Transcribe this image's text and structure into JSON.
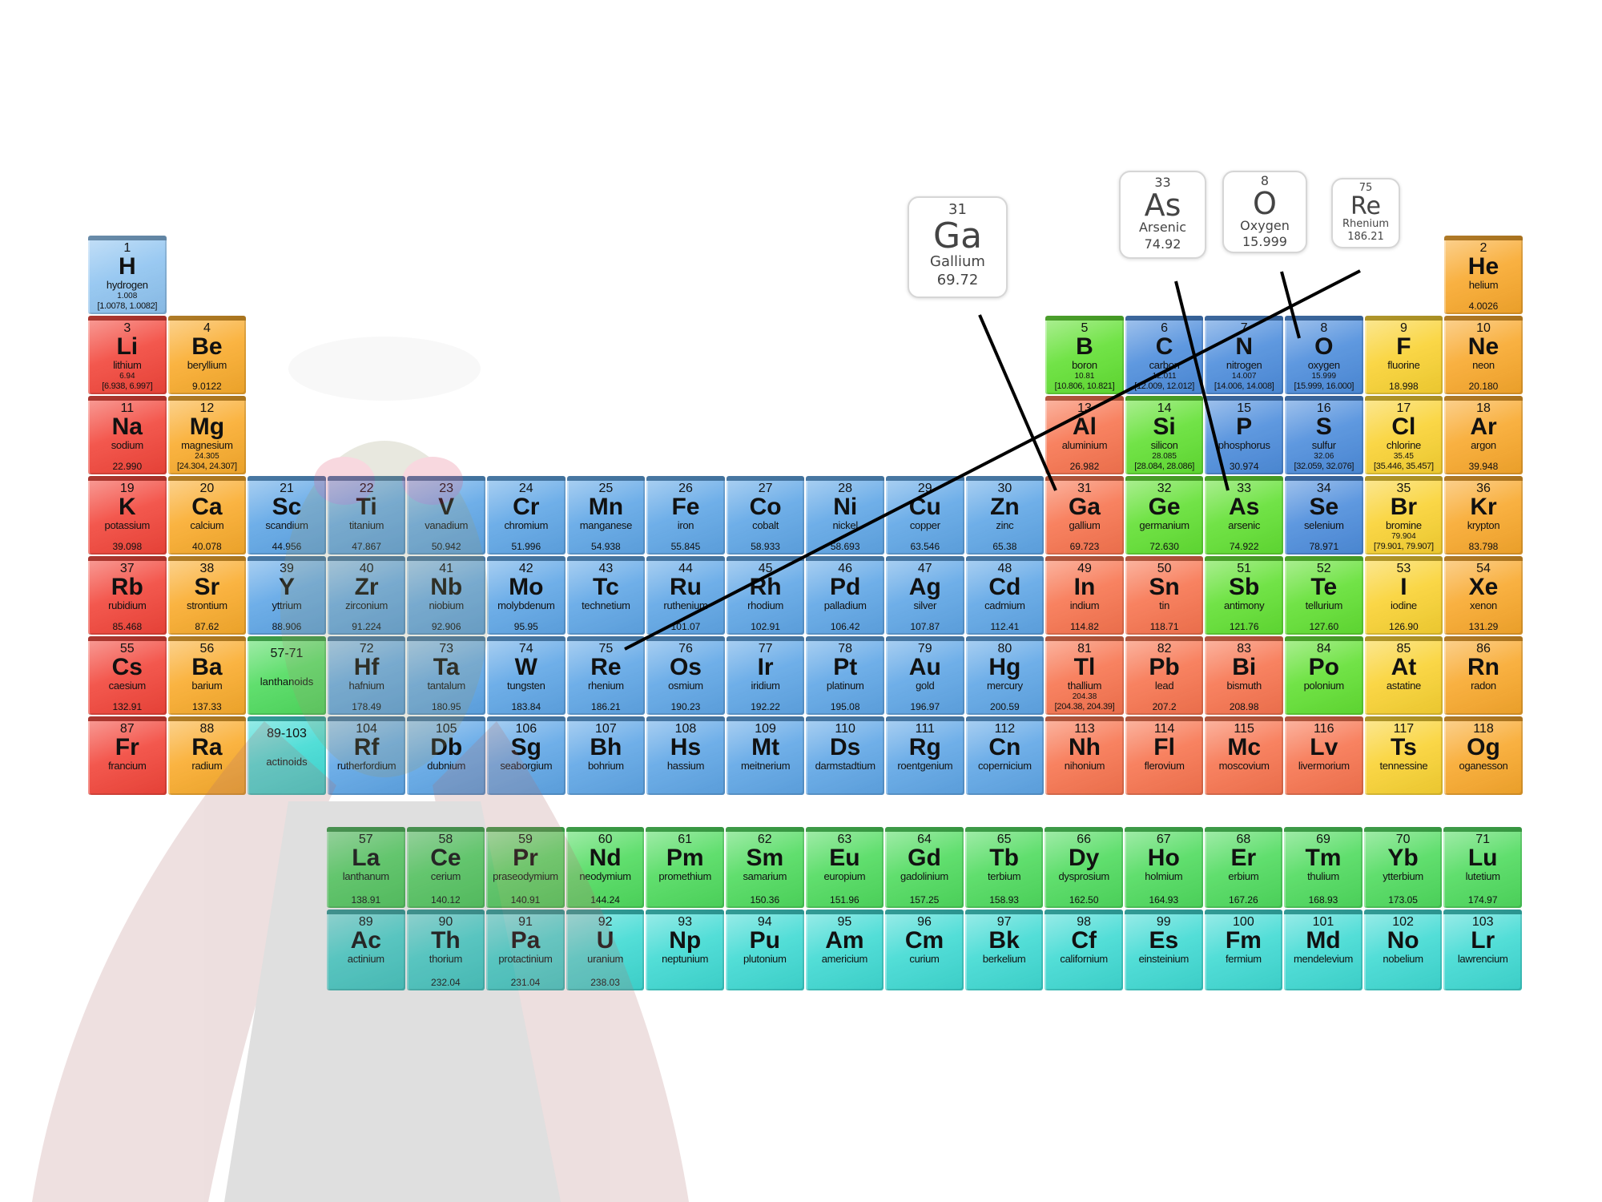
{
  "category_colors": {
    "h": "#8ec3f0",
    "alk": "#f2453a",
    "ae": "#f9ab2c",
    "tm": "#5fa6e6",
    "pt": "#f7744f",
    "md": "#62e033",
    "nm": "#4d8ddc",
    "hal": "#f9d232",
    "ng": "#f8a82c",
    "ln": "#4fdb5e",
    "an": "#3fdad3"
  },
  "placeholders": [
    {
      "range": "57-71",
      "label": "lanthanoids",
      "category": "ln"
    },
    {
      "range": "89-103",
      "label": "actinoids",
      "category": "an"
    }
  ],
  "elements": [
    [
      1,
      "H",
      "hydrogen",
      "1.008",
      "[1.0078, 1.0082]",
      "h"
    ],
    [
      2,
      "He",
      "helium",
      "4.0026",
      "",
      "ng"
    ],
    [
      3,
      "Li",
      "lithium",
      "6.94",
      "[6.938, 6.997]",
      "alk"
    ],
    [
      4,
      "Be",
      "beryllium",
      "9.0122",
      "",
      "ae"
    ],
    [
      5,
      "B",
      "boron",
      "10.81",
      "[10.806, 10.821]",
      "md"
    ],
    [
      6,
      "C",
      "carbon",
      "12.011",
      "[12.009, 12.012]",
      "nm"
    ],
    [
      7,
      "N",
      "nitrogen",
      "14.007",
      "[14.006, 14.008]",
      "nm"
    ],
    [
      8,
      "O",
      "oxygen",
      "15.999",
      "[15.999, 16.000]",
      "nm"
    ],
    [
      9,
      "F",
      "fluorine",
      "18.998",
      "",
      "hal"
    ],
    [
      10,
      "Ne",
      "neon",
      "20.180",
      "",
      "ng"
    ],
    [
      11,
      "Na",
      "sodium",
      "22.990",
      "",
      "alk"
    ],
    [
      12,
      "Mg",
      "magnesium",
      "24.305",
      "[24.304, 24.307]",
      "ae"
    ],
    [
      13,
      "Al",
      "aluminium",
      "26.982",
      "",
      "pt"
    ],
    [
      14,
      "Si",
      "silicon",
      "28.085",
      "[28.084, 28.086]",
      "md"
    ],
    [
      15,
      "P",
      "phosphorus",
      "30.974",
      "",
      "nm"
    ],
    [
      16,
      "S",
      "sulfur",
      "32.06",
      "[32.059, 32.076]",
      "nm"
    ],
    [
      17,
      "Cl",
      "chlorine",
      "35.45",
      "[35.446, 35.457]",
      "hal"
    ],
    [
      18,
      "Ar",
      "argon",
      "39.948",
      "",
      "ng"
    ],
    [
      19,
      "K",
      "potassium",
      "39.098",
      "",
      "alk"
    ],
    [
      20,
      "Ca",
      "calcium",
      "40.078",
      "",
      "ae"
    ],
    [
      21,
      "Sc",
      "scandium",
      "44.956",
      "",
      "tm"
    ],
    [
      22,
      "Ti",
      "titanium",
      "47.867",
      "",
      "tm"
    ],
    [
      23,
      "V",
      "vanadium",
      "50.942",
      "",
      "tm"
    ],
    [
      24,
      "Cr",
      "chromium",
      "51.996",
      "",
      "tm"
    ],
    [
      25,
      "Mn",
      "manganese",
      "54.938",
      "",
      "tm"
    ],
    [
      26,
      "Fe",
      "iron",
      "55.845",
      "",
      "tm"
    ],
    [
      27,
      "Co",
      "cobalt",
      "58.933",
      "",
      "tm"
    ],
    [
      28,
      "Ni",
      "nickel",
      "58.693",
      "",
      "tm"
    ],
    [
      29,
      "Cu",
      "copper",
      "63.546",
      "",
      "tm"
    ],
    [
      30,
      "Zn",
      "zinc",
      "65.38",
      "",
      "tm"
    ],
    [
      31,
      "Ga",
      "gallium",
      "69.723",
      "",
      "pt"
    ],
    [
      32,
      "Ge",
      "germanium",
      "72.630",
      "",
      "md"
    ],
    [
      33,
      "As",
      "arsenic",
      "74.922",
      "",
      "md"
    ],
    [
      34,
      "Se",
      "selenium",
      "78.971",
      "",
      "nm"
    ],
    [
      35,
      "Br",
      "bromine",
      "79.904",
      "[79.901, 79.907]",
      "hal"
    ],
    [
      36,
      "Kr",
      "krypton",
      "83.798",
      "",
      "ng"
    ],
    [
      37,
      "Rb",
      "rubidium",
      "85.468",
      "",
      "alk"
    ],
    [
      38,
      "Sr",
      "strontium",
      "87.62",
      "",
      "ae"
    ],
    [
      39,
      "Y",
      "yttrium",
      "88.906",
      "",
      "tm"
    ],
    [
      40,
      "Zr",
      "zirconium",
      "91.224",
      "",
      "tm"
    ],
    [
      41,
      "Nb",
      "niobium",
      "92.906",
      "",
      "tm"
    ],
    [
      42,
      "Mo",
      "molybdenum",
      "95.95",
      "",
      "tm"
    ],
    [
      43,
      "Tc",
      "technetium",
      "",
      "",
      "tm"
    ],
    [
      44,
      "Ru",
      "ruthenium",
      "101.07",
      "",
      "tm"
    ],
    [
      45,
      "Rh",
      "rhodium",
      "102.91",
      "",
      "tm"
    ],
    [
      46,
      "Pd",
      "palladium",
      "106.42",
      "",
      "tm"
    ],
    [
      47,
      "Ag",
      "silver",
      "107.87",
      "",
      "tm"
    ],
    [
      48,
      "Cd",
      "cadmium",
      "112.41",
      "",
      "tm"
    ],
    [
      49,
      "In",
      "indium",
      "114.82",
      "",
      "pt"
    ],
    [
      50,
      "Sn",
      "tin",
      "118.71",
      "",
      "pt"
    ],
    [
      51,
      "Sb",
      "antimony",
      "121.76",
      "",
      "md"
    ],
    [
      52,
      "Te",
      "tellurium",
      "127.60",
      "",
      "md"
    ],
    [
      53,
      "I",
      "iodine",
      "126.90",
      "",
      "hal"
    ],
    [
      54,
      "Xe",
      "xenon",
      "131.29",
      "",
      "ng"
    ],
    [
      55,
      "Cs",
      "caesium",
      "132.91",
      "",
      "alk"
    ],
    [
      56,
      "Ba",
      "barium",
      "137.33",
      "",
      "ae"
    ],
    [
      57,
      "La",
      "lanthanum",
      "138.91",
      "",
      "ln"
    ],
    [
      58,
      "Ce",
      "cerium",
      "140.12",
      "",
      "ln"
    ],
    [
      59,
      "Pr",
      "praseodymium",
      "140.91",
      "",
      "ln"
    ],
    [
      60,
      "Nd",
      "neodymium",
      "144.24",
      "",
      "ln"
    ],
    [
      61,
      "Pm",
      "promethium",
      "",
      "",
      "ln"
    ],
    [
      62,
      "Sm",
      "samarium",
      "150.36",
      "",
      "ln"
    ],
    [
      63,
      "Eu",
      "europium",
      "151.96",
      "",
      "ln"
    ],
    [
      64,
      "Gd",
      "gadolinium",
      "157.25",
      "",
      "ln"
    ],
    [
      65,
      "Tb",
      "terbium",
      "158.93",
      "",
      "ln"
    ],
    [
      66,
      "Dy",
      "dysprosium",
      "162.50",
      "",
      "ln"
    ],
    [
      67,
      "Ho",
      "holmium",
      "164.93",
      "",
      "ln"
    ],
    [
      68,
      "Er",
      "erbium",
      "167.26",
      "",
      "ln"
    ],
    [
      69,
      "Tm",
      "thulium",
      "168.93",
      "",
      "ln"
    ],
    [
      70,
      "Yb",
      "ytterbium",
      "173.05",
      "",
      "ln"
    ],
    [
      71,
      "Lu",
      "lutetium",
      "174.97",
      "",
      "ln"
    ],
    [
      72,
      "Hf",
      "hafnium",
      "178.49",
      "",
      "tm"
    ],
    [
      73,
      "Ta",
      "tantalum",
      "180.95",
      "",
      "tm"
    ],
    [
      74,
      "W",
      "tungsten",
      "183.84",
      "",
      "tm"
    ],
    [
      75,
      "Re",
      "rhenium",
      "186.21",
      "",
      "tm"
    ],
    [
      76,
      "Os",
      "osmium",
      "190.23",
      "",
      "tm"
    ],
    [
      77,
      "Ir",
      "iridium",
      "192.22",
      "",
      "tm"
    ],
    [
      78,
      "Pt",
      "platinum",
      "195.08",
      "",
      "tm"
    ],
    [
      79,
      "Au",
      "gold",
      "196.97",
      "",
      "tm"
    ],
    [
      80,
      "Hg",
      "mercury",
      "200.59",
      "",
      "tm"
    ],
    [
      81,
      "Tl",
      "thallium",
      "204.38",
      "[204.38, 204.39]",
      "pt"
    ],
    [
      82,
      "Pb",
      "lead",
      "207.2",
      "",
      "pt"
    ],
    [
      83,
      "Bi",
      "bismuth",
      "208.98",
      "",
      "pt"
    ],
    [
      84,
      "Po",
      "polonium",
      "",
      "",
      "md"
    ],
    [
      85,
      "At",
      "astatine",
      "",
      "",
      "hal"
    ],
    [
      86,
      "Rn",
      "radon",
      "",
      "",
      "ng"
    ],
    [
      87,
      "Fr",
      "francium",
      "",
      "",
      "alk"
    ],
    [
      88,
      "Ra",
      "radium",
      "",
      "",
      "ae"
    ],
    [
      89,
      "Ac",
      "actinium",
      "",
      "",
      "an"
    ],
    [
      90,
      "Th",
      "thorium",
      "232.04",
      "",
      "an"
    ],
    [
      91,
      "Pa",
      "protactinium",
      "231.04",
      "",
      "an"
    ],
    [
      92,
      "U",
      "uranium",
      "238.03",
      "",
      "an"
    ],
    [
      93,
      "Np",
      "neptunium",
      "",
      "",
      "an"
    ],
    [
      94,
      "Pu",
      "plutonium",
      "",
      "",
      "an"
    ],
    [
      95,
      "Am",
      "americium",
      "",
      "",
      "an"
    ],
    [
      96,
      "Cm",
      "curium",
      "",
      "",
      "an"
    ],
    [
      97,
      "Bk",
      "berkelium",
      "",
      "",
      "an"
    ],
    [
      98,
      "Cf",
      "californium",
      "",
      "",
      "an"
    ],
    [
      99,
      "Es",
      "einsteinium",
      "",
      "",
      "an"
    ],
    [
      100,
      "Fm",
      "fermium",
      "",
      "",
      "an"
    ],
    [
      101,
      "Md",
      "mendelevium",
      "",
      "",
      "an"
    ],
    [
      102,
      "No",
      "nobelium",
      "",
      "",
      "an"
    ],
    [
      103,
      "Lr",
      "lawrencium",
      "",
      "",
      "an"
    ],
    [
      104,
      "Rf",
      "rutherfordium",
      "",
      "",
      "tm"
    ],
    [
      105,
      "Db",
      "dubnium",
      "",
      "",
      "tm"
    ],
    [
      106,
      "Sg",
      "seaborgium",
      "",
      "",
      "tm"
    ],
    [
      107,
      "Bh",
      "bohrium",
      "",
      "",
      "tm"
    ],
    [
      108,
      "Hs",
      "hassium",
      "",
      "",
      "tm"
    ],
    [
      109,
      "Mt",
      "meitnerium",
      "",
      "",
      "tm"
    ],
    [
      110,
      "Ds",
      "darmstadtium",
      "",
      "",
      "tm"
    ],
    [
      111,
      "Rg",
      "roentgenium",
      "",
      "",
      "tm"
    ],
    [
      112,
      "Cn",
      "copernicium",
      "",
      "",
      "tm"
    ],
    [
      113,
      "Nh",
      "nihonium",
      "",
      "",
      "pt"
    ],
    [
      114,
      "Fl",
      "flerovium",
      "",
      "",
      "pt"
    ],
    [
      115,
      "Mc",
      "moscovium",
      "",
      "",
      "pt"
    ],
    [
      116,
      "Lv",
      "livermorium",
      "",
      "",
      "pt"
    ],
    [
      117,
      "Ts",
      "tennessine",
      "",
      "",
      "hal"
    ],
    [
      118,
      "Og",
      "oganesson",
      "",
      "",
      "ng"
    ]
  ],
  "callouts": [
    {
      "number": "31",
      "symbol": "Ga",
      "name": "Gallium",
      "weight": "69.72"
    },
    {
      "number": "33",
      "symbol": "As",
      "name": "Arsenic",
      "weight": "74.92"
    },
    {
      "number": "8",
      "symbol": "O",
      "name": "Oxygen",
      "weight": "15.999"
    },
    {
      "number": "75",
      "symbol": "Re",
      "name": "Rhenium",
      "weight": "186.21"
    }
  ]
}
